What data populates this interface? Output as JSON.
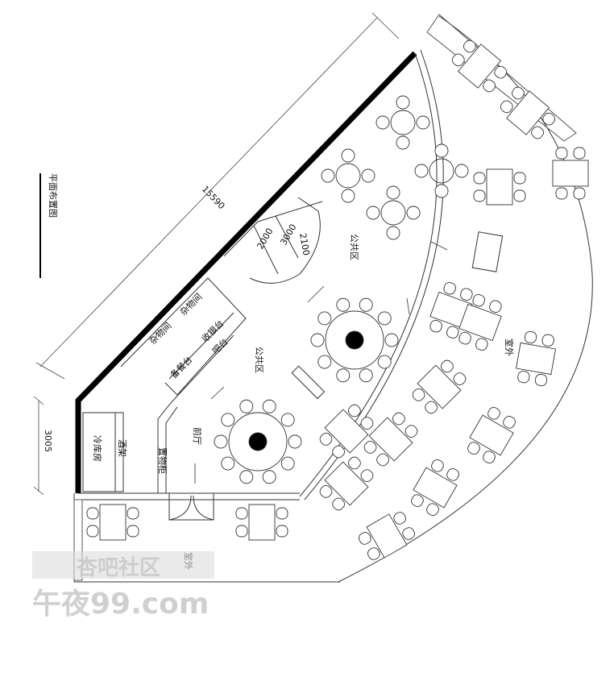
{
  "title": "平面布置图",
  "dimensions": {
    "diagonal_wall": "15590",
    "left_wall": "3005",
    "stair_a": "2100",
    "stair_b": "2000",
    "stair_c": "3000"
  },
  "rooms": {
    "public_area_1": "公共区",
    "public_area_2": "公共区",
    "front_hall": "前厅",
    "cold_storage": "冷库房",
    "outdoor_1": "室外",
    "outdoor_2": "室外",
    "bar_counter": "吧台",
    "cashier": "收银台",
    "prep": "备餐台",
    "storage_a": "杂物间",
    "storage_b": "杂物间",
    "wine_rack": "酒架",
    "shelf": "置物柜"
  },
  "watermark": {
    "top": "杏吧社区",
    "bottom": "午夜99.com"
  }
}
